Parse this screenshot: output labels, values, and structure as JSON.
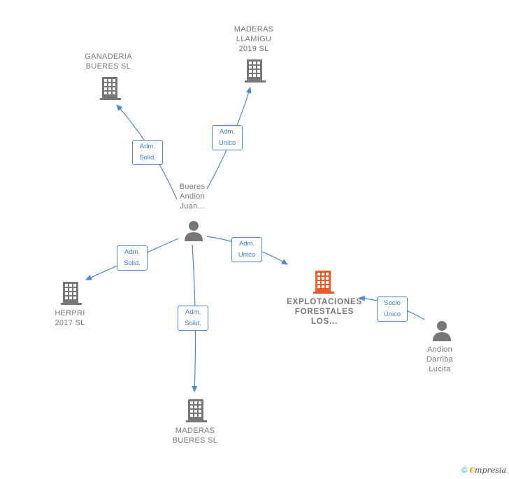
{
  "colors": {
    "company": "#777777",
    "main_company": "#f05a28",
    "person": "#777777",
    "edge": "#4a87d6"
  },
  "nodes": {
    "ganaderia": {
      "label": "GANADERIA\nBUERES SL",
      "icon": "building-icon"
    },
    "maderas_llamigu": {
      "label": "MADERAS\nLLAMIGU\n2019 SL",
      "icon": "building-icon"
    },
    "bueres_person": {
      "label": "Bueres\nAndion\nJuan...",
      "icon": "person-icon"
    },
    "herpri": {
      "label": "HERPRI\n2017 SL",
      "icon": "building-icon"
    },
    "explotaciones": {
      "label": "EXPLOTACIONES\nFORESTALES\nLOS...",
      "icon": "building-icon"
    },
    "maderas_bueres": {
      "label": "MADERAS\nBUERES SL",
      "icon": "building-icon"
    },
    "andion_person": {
      "label": "Andion\nDarriba\nLucita",
      "icon": "person-icon"
    }
  },
  "edges": {
    "to_ganaderia": "Adm.\nSolid.",
    "to_llamigu": "Adm.\nUnico",
    "to_herpri": "Adm.\nSolid.",
    "to_explotaciones": "Adm.\nUnico",
    "to_maderas_bueres": "Adm.\nSolid.",
    "andion_to_explotaciones": "Socio\nÚnico"
  },
  "footer": {
    "copyright": "©",
    "brand_e": "€",
    "brand_rest": "mpresia"
  }
}
